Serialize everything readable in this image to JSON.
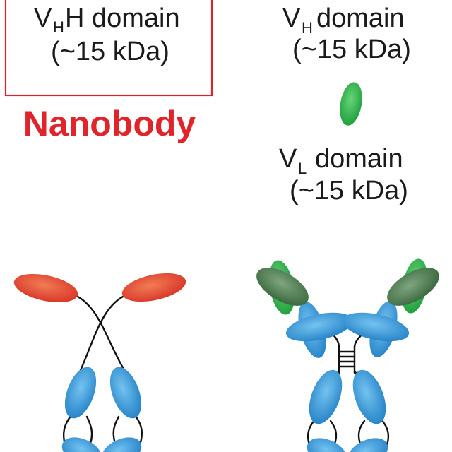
{
  "nanobody_box": {
    "v": "V",
    "sub": "H",
    "rest": "H domain",
    "mass": "(~15 kDa)"
  },
  "nanobody_title": "Nanobody",
  "vh_domain": {
    "v": "V",
    "sub": "H",
    "rest": "domain",
    "mass": "(~15 kDa)"
  },
  "vl_domain": {
    "v": "V",
    "sub": "L",
    "rest": "domain",
    "mass": "(~15 kDa)"
  },
  "colors": {
    "nanobody_red": "#e1242b",
    "box_border": "#d9262c",
    "vhh_red": "#d9392a",
    "vhh_red_light": "#f27c55",
    "constant_blue": "#2a86c9",
    "constant_blue_light": "#73c3f0",
    "vl_green": "#22a03f",
    "vl_green_light": "#66d477",
    "vh_dark_green": "#3d6a41",
    "vh_dark_green_light": "#7fa67f",
    "chain_black": "#111111"
  }
}
